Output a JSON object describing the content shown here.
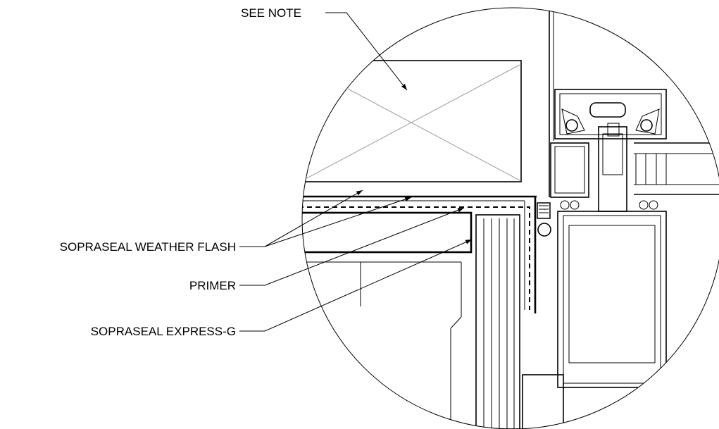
{
  "callouts": {
    "see_note": "SEE NOTE",
    "weather_flash": "SOPRASEAL WEATHER FLASH",
    "primer": "PRIMER",
    "express_g": "SOPRASEAL EXPRESS-G"
  }
}
